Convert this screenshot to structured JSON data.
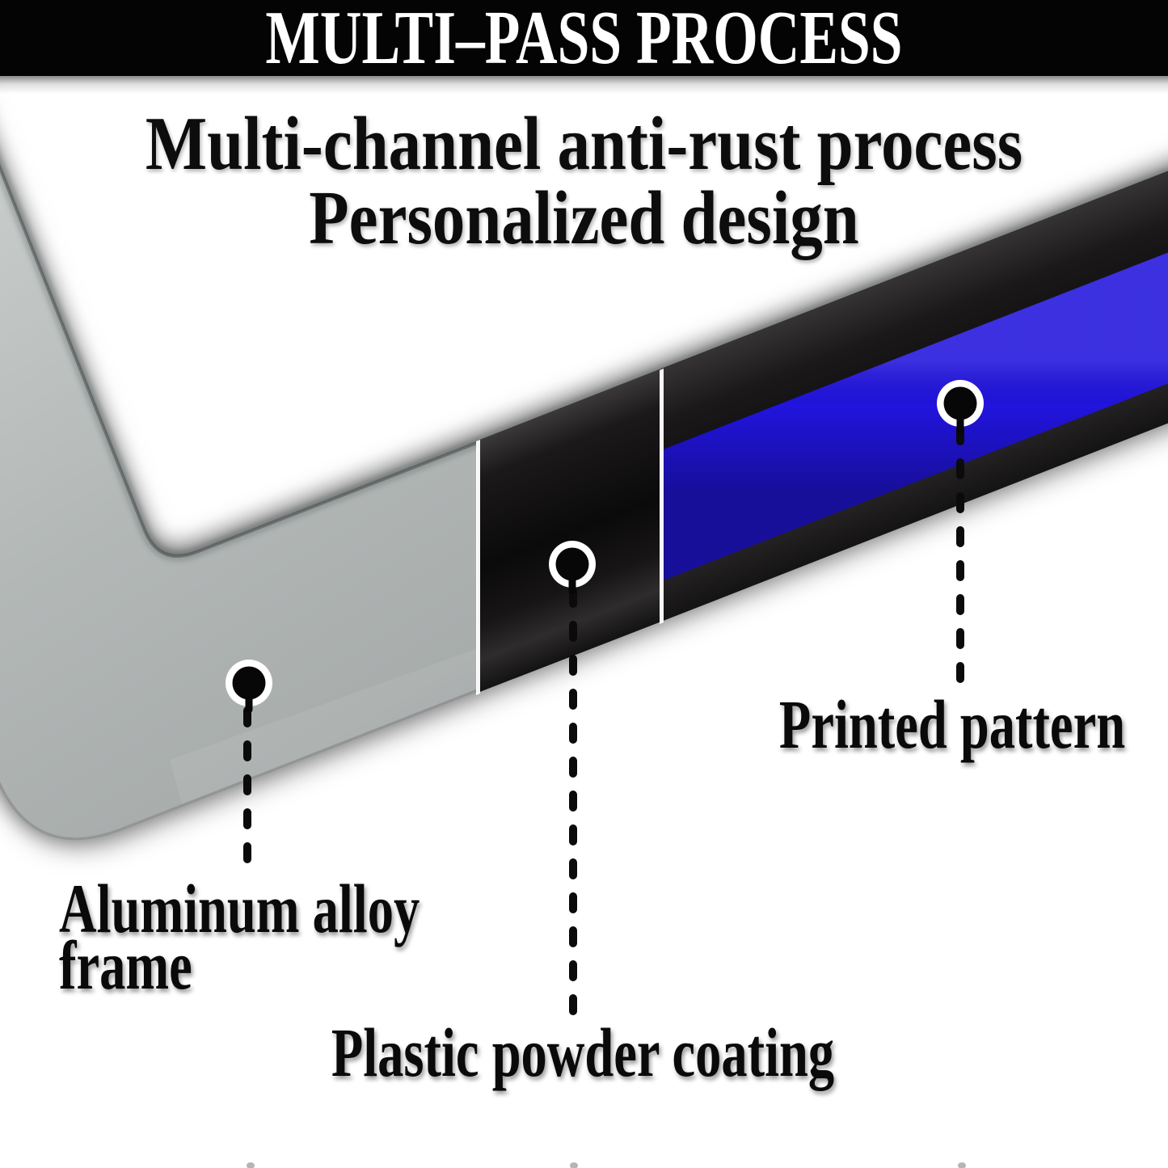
{
  "header": {
    "title": "MULTI–PASS PROCESS"
  },
  "subtitle": {
    "line1": "Multi-channel anti-rust process",
    "line2": "Personalized design"
  },
  "callouts": [
    {
      "id": "aluminum-frame",
      "label_line1": "Aluminum alloy",
      "label_line2": "frame"
    },
    {
      "id": "plastic-coating",
      "label": "Plastic powder coating"
    },
    {
      "id": "printed-pattern",
      "label": "Printed pattern"
    }
  ],
  "colors": {
    "accent_blue": "#2114dc",
    "frame_silver": "#b4b8b7",
    "coating_black": "#141213",
    "bar_black": "#040404",
    "background": "#ffffff"
  }
}
